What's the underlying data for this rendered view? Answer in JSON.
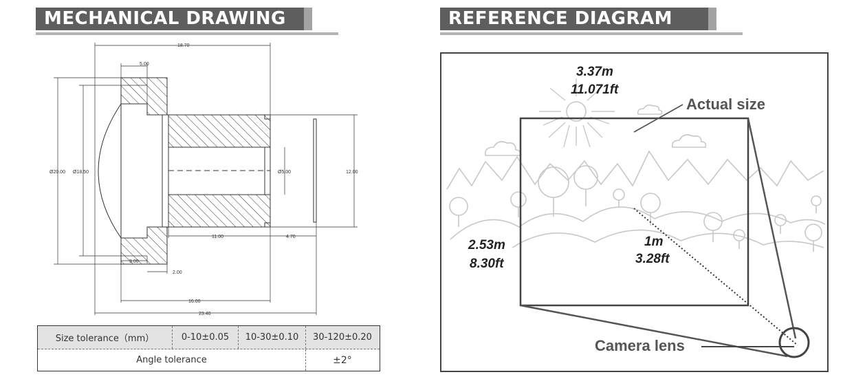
{
  "left_panel": {
    "title": "MECHANICAL DRAWING",
    "dimensions": {
      "top_width": "18.70",
      "flange": "5.00",
      "outer_dia": "Ø20.00",
      "inner_dia": "Ø18.50",
      "bore_dia": "Ø5.00",
      "height": "12.00",
      "barrel_len": "11.00",
      "rear_len": "4.70",
      "step": "3.00",
      "gap": "2.00",
      "mid_len": "16.00",
      "total_len": "23.40"
    }
  },
  "tolerance_table": {
    "size_label": "Size tolerance（mm）",
    "range1": "0-10±0.05",
    "range2": "10-30±0.10",
    "range3": "30-120±0.20",
    "angle_label": "Angle tolerance",
    "angle_value": "±2°"
  },
  "right_panel": {
    "title": "REFERENCE DIAGRAM",
    "width_m": "3.37m",
    "width_ft": "11.071ft",
    "actual_size": "Actual size",
    "height_m": "2.53m",
    "height_ft": "8.30ft",
    "distance_m": "1m",
    "distance_ft": "3.28ft",
    "camera_lens": "Camera lens"
  }
}
